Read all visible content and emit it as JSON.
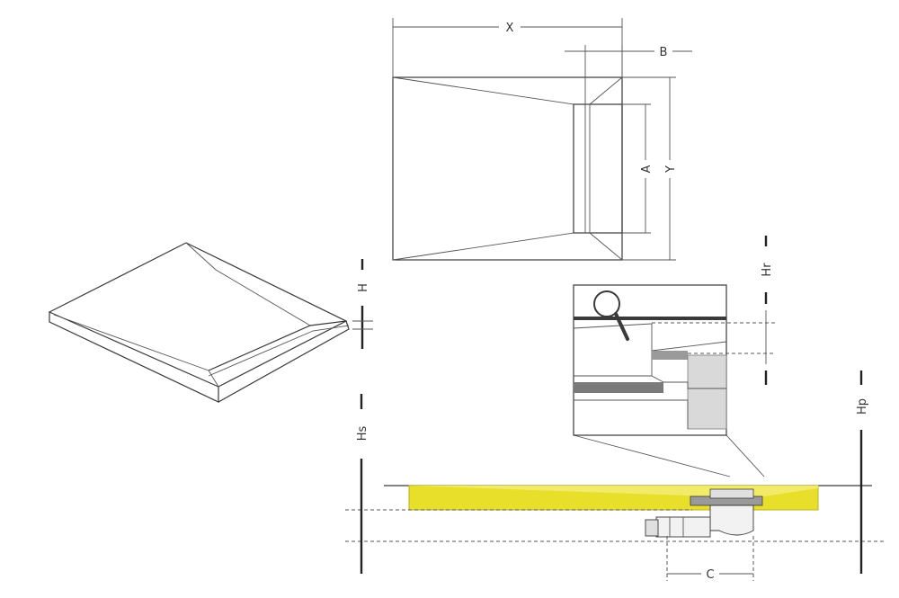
{
  "labels": {
    "x": "X",
    "y": "Y",
    "a": "A",
    "b": "B",
    "c": "C",
    "h": "H",
    "hr": "Hr",
    "hs": "Hs",
    "hp": "Hp"
  },
  "colors": {
    "tray_fill": "#e8df2a",
    "tray_edge": "#b9b020",
    "detail_grey": "#d9d9d9",
    "detail_dark": "#7a7a7a",
    "line": "#3a3a3a"
  },
  "icons": {
    "magnifier": "magnifier-icon"
  }
}
